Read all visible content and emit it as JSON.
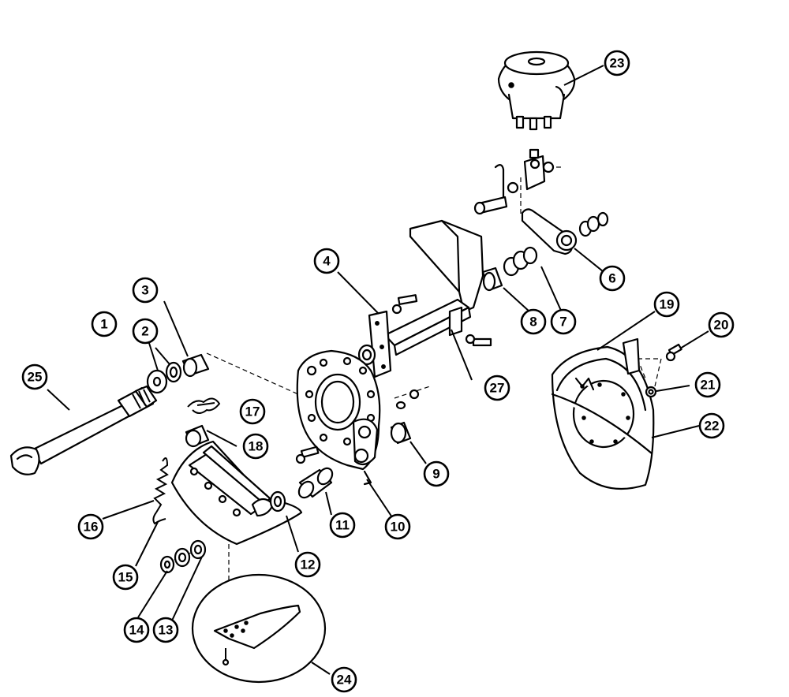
{
  "callouts": [
    {
      "id": "1",
      "label": "1"
    },
    {
      "id": "2",
      "label": "2"
    },
    {
      "id": "3",
      "label": "3"
    },
    {
      "id": "4",
      "label": "4"
    },
    {
      "id": "6",
      "label": "6"
    },
    {
      "id": "7",
      "label": "7"
    },
    {
      "id": "8",
      "label": "8"
    },
    {
      "id": "9",
      "label": "9"
    },
    {
      "id": "10",
      "label": "10"
    },
    {
      "id": "11",
      "label": "11"
    },
    {
      "id": "12",
      "label": "12"
    },
    {
      "id": "13",
      "label": "13"
    },
    {
      "id": "14",
      "label": "14"
    },
    {
      "id": "15",
      "label": "15"
    },
    {
      "id": "16",
      "label": "16"
    },
    {
      "id": "17",
      "label": "17"
    },
    {
      "id": "18",
      "label": "18"
    },
    {
      "id": "19",
      "label": "19"
    },
    {
      "id": "20",
      "label": "20"
    },
    {
      "id": "21",
      "label": "21"
    },
    {
      "id": "22",
      "label": "22"
    },
    {
      "id": "23",
      "label": "23"
    },
    {
      "id": "24",
      "label": "24"
    },
    {
      "id": "25",
      "label": "25"
    },
    {
      "id": "27",
      "label": "27"
    }
  ]
}
